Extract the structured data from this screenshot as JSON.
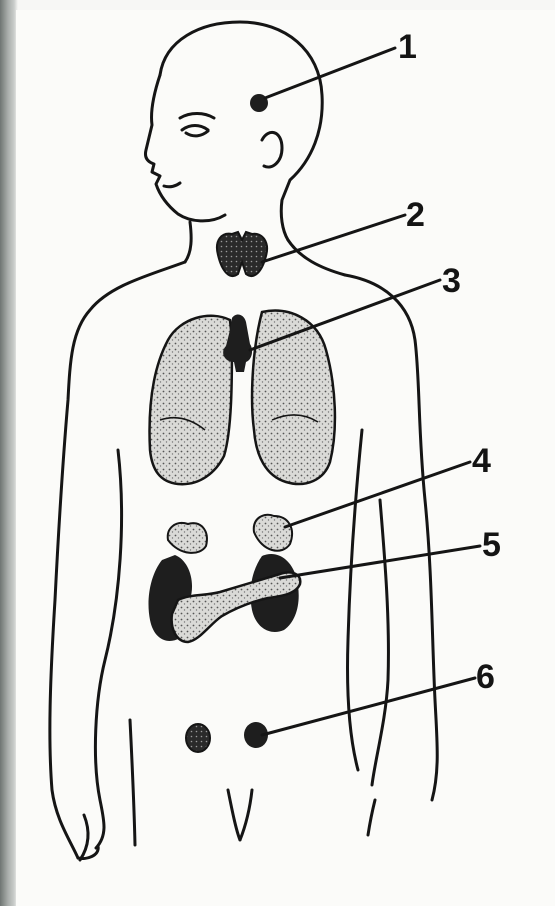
{
  "labels": [
    {
      "id": "1",
      "text": "1"
    },
    {
      "id": "2",
      "text": "2"
    },
    {
      "id": "3",
      "text": "3"
    },
    {
      "id": "4",
      "text": "4"
    },
    {
      "id": "5",
      "text": "5"
    },
    {
      "id": "6",
      "text": "6"
    }
  ],
  "colors": {
    "line": "#151515",
    "organ_fill": "#d8d8d6",
    "dark_organ": "#1e1e1e",
    "paper": "#fbfbf9"
  }
}
